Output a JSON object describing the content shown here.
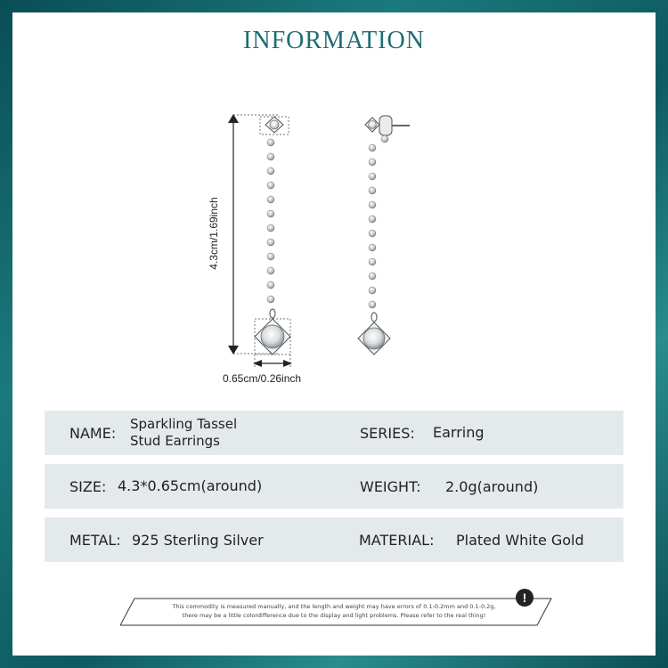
{
  "header": {
    "title": "INFORMATION"
  },
  "dimensions": {
    "length": "4.3cm/1.69inch",
    "width": "0.65cm/0.26inch"
  },
  "specs": {
    "name_label": "NAME:",
    "name_value_line1": "Sparkling Tassel",
    "name_value_line2": "Stud Earrings",
    "series_label": "SERIES:",
    "series_value": "Earring",
    "size_label": "SIZE:",
    "size_value": "4.3*0.65cm(around)",
    "weight_label": "WEIGHT:",
    "weight_value": "2.0g(around)",
    "metal_label": "METAL:",
    "metal_value": "925 Sterling Silver",
    "material_label": "MATERIAL:",
    "material_value": "Plated White Gold"
  },
  "notice": {
    "line1": "This commodity is measured manually, and the length and weight may have errors of 0.1-0.2mm and 0.1-0.2g,",
    "line2": "there may be a little colordifference due to the display and light problems. Please refer to the real thing!",
    "icon": "exclamation-icon"
  },
  "colors": {
    "frame": "#1b7a7e",
    "title": "#1f6d72",
    "row_bg": "#e4e9ec"
  }
}
